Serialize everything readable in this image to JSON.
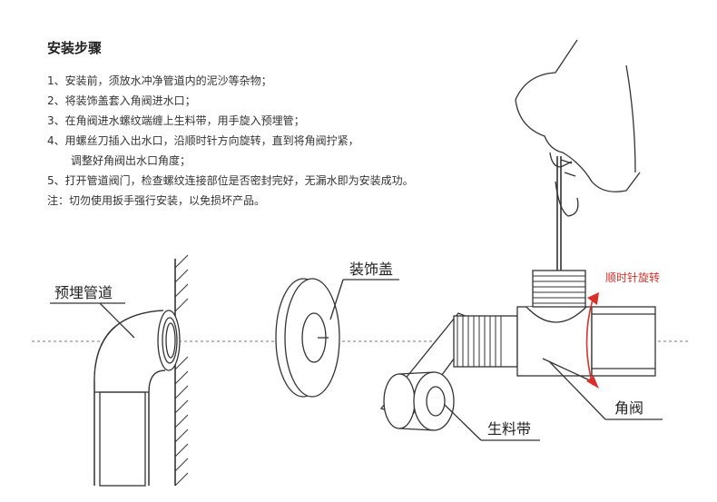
{
  "heading": "安装步骤",
  "steps": [
    "1、安装前，须放水冲净管道内的泥沙等杂物；",
    "2、将装饰盖套入角阀进水口；",
    "3、在角阀进水螺纹端缠上生料带，用手旋入预埋管；",
    "4、用螺丝刀插入出水口，沿顺时针方向旋转，直到将角阀拧紧，",
    "调整好角阀出水口角度；",
    "5、打开管道阀门，检查螺纹连接部位是否密封完好，无漏水即为安装成功。",
    "注：切勿使用扳手强行安装，以免损坏产品。"
  ],
  "labels": {
    "embedded_pipe": "预埋管道",
    "cover": "装饰盖",
    "clockwise": "顺时针旋转",
    "angle_valve": "角阀",
    "ptfe_tape": "生料带"
  },
  "colors": {
    "accent_red": "#d9302a",
    "line": "#333333"
  }
}
